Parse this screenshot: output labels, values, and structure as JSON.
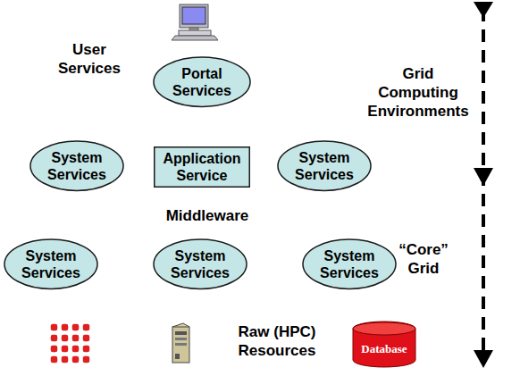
{
  "diagram": {
    "nodes": [
      {
        "text": [
          "Portal Services"
        ]
      },
      {
        "text": [
          "System Services"
        ]
      },
      {
        "text": [
          "Application Service"
        ]
      },
      {
        "text": [
          "System Services"
        ]
      },
      {
        "text": [
          "System Services"
        ]
      },
      {
        "text": [
          "System Services"
        ]
      },
      {
        "text": [
          "System Services"
        ]
      },
      {
        "text": [
          "Database"
        ]
      }
    ],
    "labels": [
      "User Services",
      "Grid Computing Environments",
      "Middleware",
      "“Core” Grid",
      "Raw (HPC) Resources"
    ]
  }
}
